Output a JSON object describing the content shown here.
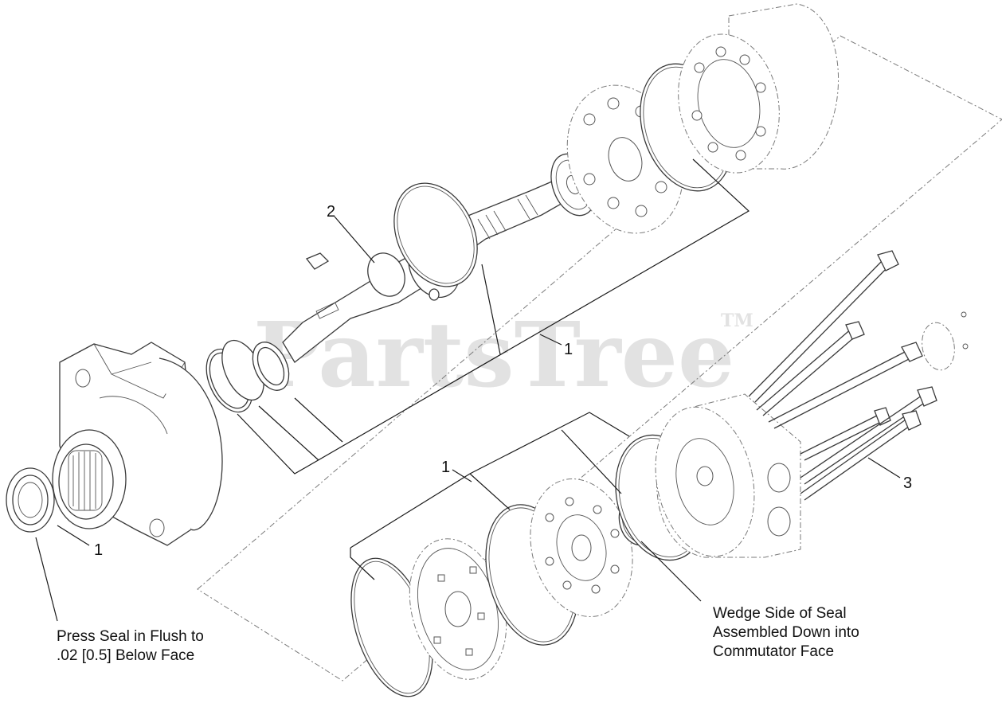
{
  "watermark": {
    "brand": "PartsTree",
    "trademark": "TM"
  },
  "callouts": {
    "label_1_top": "1",
    "label_1_middle": "1",
    "label_1_seal": "1",
    "label_2": "2",
    "label_3": "3"
  },
  "notes": {
    "press_seal_line1": "Press Seal in Flush to",
    "press_seal_line2": ".02 [0.5] Below Face",
    "wedge_line1": "Wedge Side of Seal",
    "wedge_line2": "Assembled Down into",
    "wedge_line3": "Commutator Face"
  }
}
